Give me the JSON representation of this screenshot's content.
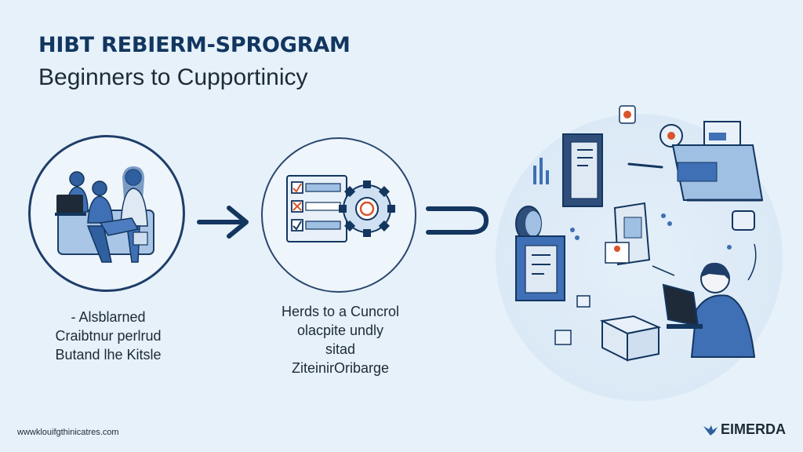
{
  "header": {
    "title": "HIBT REBIERM-SPROGRAM",
    "subtitle": "Beginners to Cupportinicy"
  },
  "stages": [
    {
      "caption_lines": [
        "- Alsblarned",
        "Craibtnur perlrud",
        "Butand lhe Kitsle"
      ]
    },
    {
      "caption_lines": [
        "Herds to a Cuncrol",
        "olacpite undly",
        "sitad",
        "ZiteinirOribarge"
      ]
    }
  ],
  "footer": {
    "url": "wwwklouifgthinicatres.com",
    "brand": "EIMERDA"
  },
  "colors": {
    "background": "#e6f1fa",
    "navy": "#13365f",
    "accent_blue": "#3f6fb5",
    "light_blue": "#9fc0e3",
    "orange": "#d9542b"
  }
}
